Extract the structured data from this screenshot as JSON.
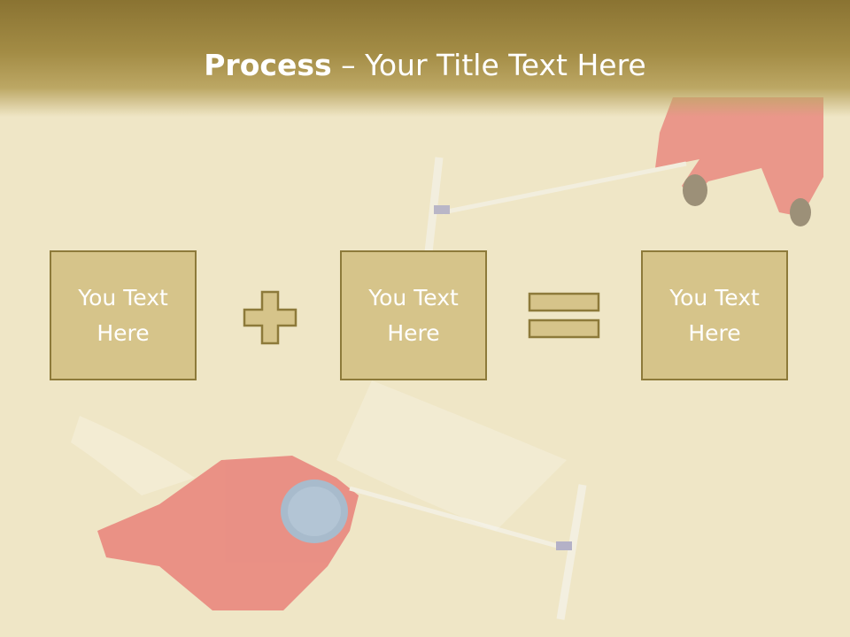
{
  "slide": {
    "title_bold": "Process",
    "title_rest": " – Your Title Text Here",
    "boxes": [
      {
        "line1": "You Text",
        "line2": "Here"
      },
      {
        "line1": "You Text",
        "line2": "Here"
      },
      {
        "line1": "You Text",
        "line2": "Here"
      }
    ]
  },
  "icons": {
    "operator_1": "plus-icon",
    "operator_2": "equals-icon"
  },
  "colors": {
    "box_fill": "#d6c48a",
    "box_border": "#8d7a3a",
    "title_bar": "#8a7332",
    "worker_suit": "#e0464a",
    "helmet": "#6f93c6"
  }
}
